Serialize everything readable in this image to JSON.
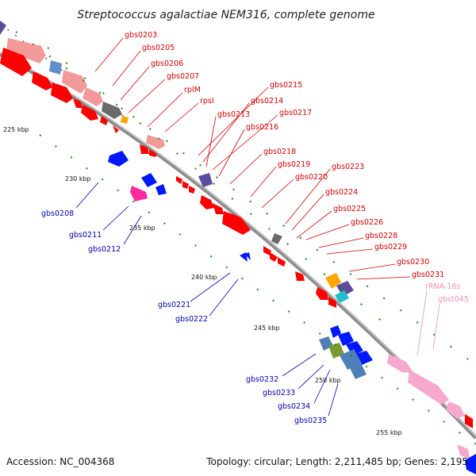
{
  "title": "Streptococcus agalactiae NEM316, complete genome",
  "footer": {
    "accession": "Accession: NC_004368",
    "summary": "Topology: circular; Length: 2,211,485 bp; Genes: 2,195"
  },
  "kbp_ticks": [
    "225 kbp",
    "230 kbp",
    "235 kbp",
    "240 kbp",
    "245 kbp",
    "250 kbp",
    "255 kbp"
  ],
  "forward_labels": [
    "gbs0203",
    "gbs0205",
    "gbs0206",
    "gbs0207",
    "rplM",
    "rpsI",
    "gbs0213",
    "gbs0214",
    "gbs0215",
    "gbs0216",
    "gbs0217",
    "gbs0218",
    "gbs0219",
    "gbs0220",
    "gbs0223",
    "gbs0224",
    "gbs0225",
    "gbs0226",
    "gbs0228",
    "gbs0229",
    "gbs0230",
    "gbs0231"
  ],
  "reverse_labels": [
    "gbs0208",
    "gbs0211",
    "gbs0212",
    "gbs0221",
    "gbs0222",
    "gbs0232",
    "gbs0233",
    "gbs0234",
    "gbs0235"
  ],
  "rna_labels": [
    "rRNA-16s",
    "gbst045"
  ],
  "colors": {
    "forward": "#ff0000",
    "forward_light": "#f29a9a",
    "reverse": "#0018ff",
    "hypothetical": "#808080",
    "rRNA": "#f7a8cf",
    "backbone": "#8c8c8c",
    "tick": "#1a8a1a"
  }
}
